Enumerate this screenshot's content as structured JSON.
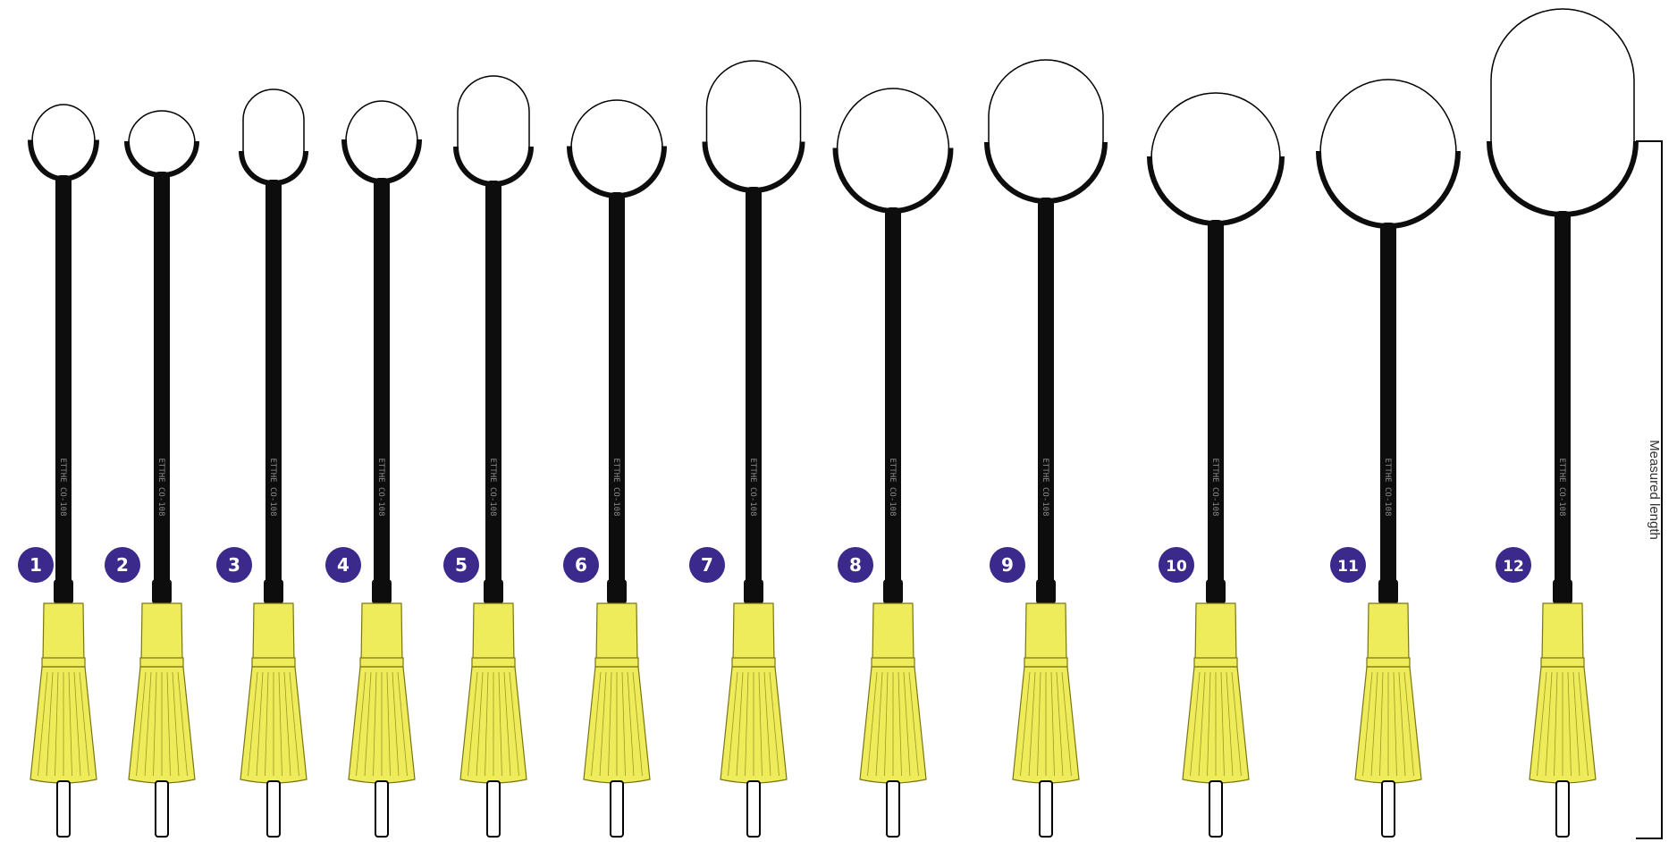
{
  "diagram": {
    "measure_label": "Measured length",
    "shaft_marking": "ETTHE CO-108",
    "colors": {
      "background": "#ffffff",
      "shaft": "#0d0d0d",
      "handle": "#eeec5a",
      "handle_outline": "#7a7510",
      "badge": "#3b2a8c",
      "badge_text": "#ffffff",
      "loop_wire": "#000000",
      "pin": "#ffffff"
    },
    "electrodes": [
      {
        "number": "1",
        "loop_shape": "round"
      },
      {
        "number": "2",
        "loop_shape": "round"
      },
      {
        "number": "3",
        "loop_shape": "oval"
      },
      {
        "number": "4",
        "loop_shape": "round"
      },
      {
        "number": "5",
        "loop_shape": "oval"
      },
      {
        "number": "6",
        "loop_shape": "round"
      },
      {
        "number": "7",
        "loop_shape": "oval"
      },
      {
        "number": "8",
        "loop_shape": "round"
      },
      {
        "number": "9",
        "loop_shape": "oval"
      },
      {
        "number": "10",
        "loop_shape": "round"
      },
      {
        "number": "11",
        "loop_shape": "round"
      },
      {
        "number": "12",
        "loop_shape": "oval"
      }
    ]
  }
}
